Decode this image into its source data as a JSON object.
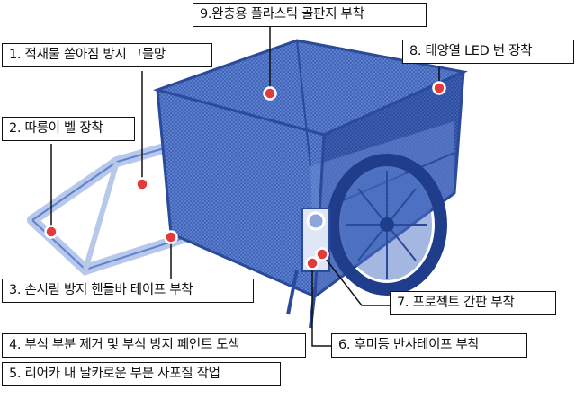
{
  "labels": [
    {
      "id": "1",
      "text": "1. 적재물 쏟아짐 방지 그물망"
    },
    {
      "id": "2",
      "text": "2. 따릉이 벨 장착"
    },
    {
      "id": "3",
      "text": "3. 손시림 방지 핸들바 테이프 부착"
    },
    {
      "id": "4",
      "text": "4. 부식 부분 제거 및 부식 방지 페인트 도색"
    },
    {
      "id": "5",
      "text": "5. 리어카 내 날카로운 부분 사포질 작업"
    },
    {
      "id": "6",
      "text": "6. 후미등 반사테이프 부착"
    },
    {
      "id": "7",
      "text": "7. 프로젝트 간판 부착"
    },
    {
      "id": "8",
      "text": "8. 태양열 LED 번 장착"
    },
    {
      "id": "9",
      "text": "9.완충용 플라스틱 골판지 부착"
    }
  ],
  "colors": {
    "cart_fill": "#4a6fc4",
    "cart_dark": "#2b4a9a",
    "marker": "#e33b3b",
    "line": "#111111"
  }
}
